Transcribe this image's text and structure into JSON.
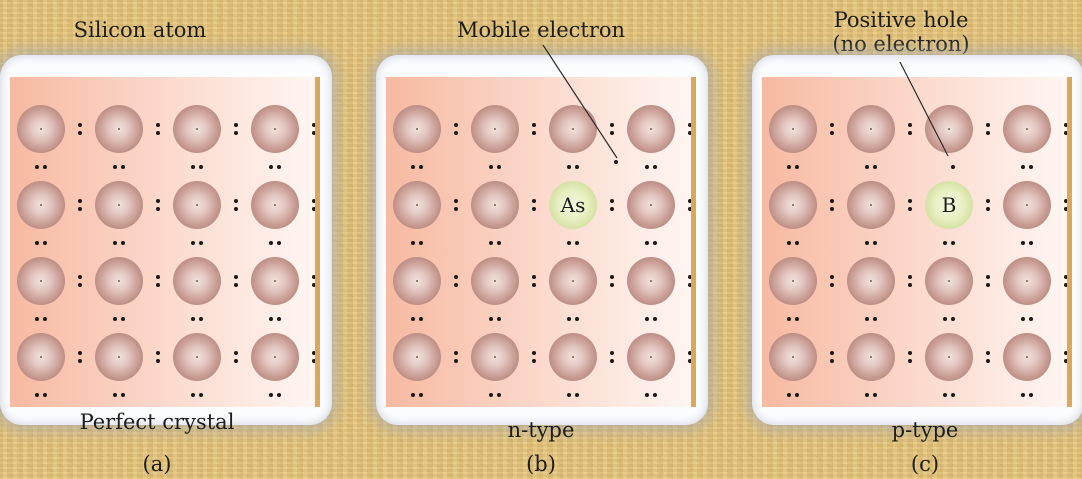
{
  "panels": [
    {
      "id": "a",
      "top_label": "Silicon atom",
      "title": "Perfect crystal",
      "caption": "(a)",
      "dopant": null
    },
    {
      "id": "b",
      "top_label": "Mobile electron",
      "title": "n-type",
      "caption": "(b)",
      "dopant": "As"
    },
    {
      "id": "c",
      "top_label_lines": [
        "Positive hole",
        "(no electron)"
      ],
      "title": "p-type",
      "caption": "(c)",
      "dopant": "B"
    }
  ],
  "colors": {
    "background": "#e4c680",
    "silicon_atom": "#c89b92",
    "dopant_atom": "#cfdc98",
    "lattice_left": "#f7b9a1",
    "lattice_right": "#fff7f3"
  }
}
